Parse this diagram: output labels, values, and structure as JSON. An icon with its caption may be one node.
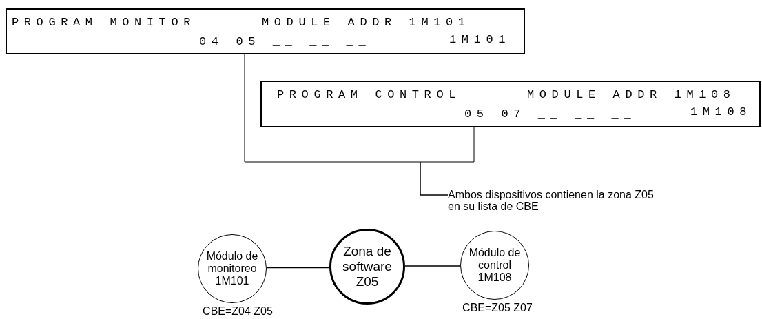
{
  "diagram": {
    "nodes": [
      {
        "text": [
          "PROGRAM MONITOR",
          "MODULE ADDR 1M101",
          "1M101"
        ]
      },
      {
        "text": [
          "04 05 __ __ __"
        ],
        "in": 0
      },
      {
        "text": [
          "PROGRAM CONTROL",
          "MODULE ADDR 1M108",
          "1M108"
        ]
      },
      {
        "text": [
          "05 07 __ __ __"
        ],
        "in": 2
      },
      {
        "text": [
          "Ambos dispositivos contienen la zona Z05 en su lista de CBE"
        ]
      },
      {
        "text": [
          "Módulo de monitoreo 1M101"
        ],
        "beside": [
          "CBE=Z04 Z05"
        ]
      },
      {
        "text": [
          "Zona de software Z05"
        ]
      },
      {
        "text": [
          "Módulo de control 1M108"
        ],
        "beside": [
          "CBE=Z05 Z07"
        ]
      }
    ],
    "edges": [
      {
        "from": 1,
        "to": 4,
        "arrow": "none"
      },
      {
        "from": 3,
        "to": 4,
        "arrow": "none"
      },
      {
        "from": 5,
        "to": 6,
        "arrow": "none"
      },
      {
        "from": 6,
        "to": 7,
        "arrow": "none"
      }
    ]
  }
}
